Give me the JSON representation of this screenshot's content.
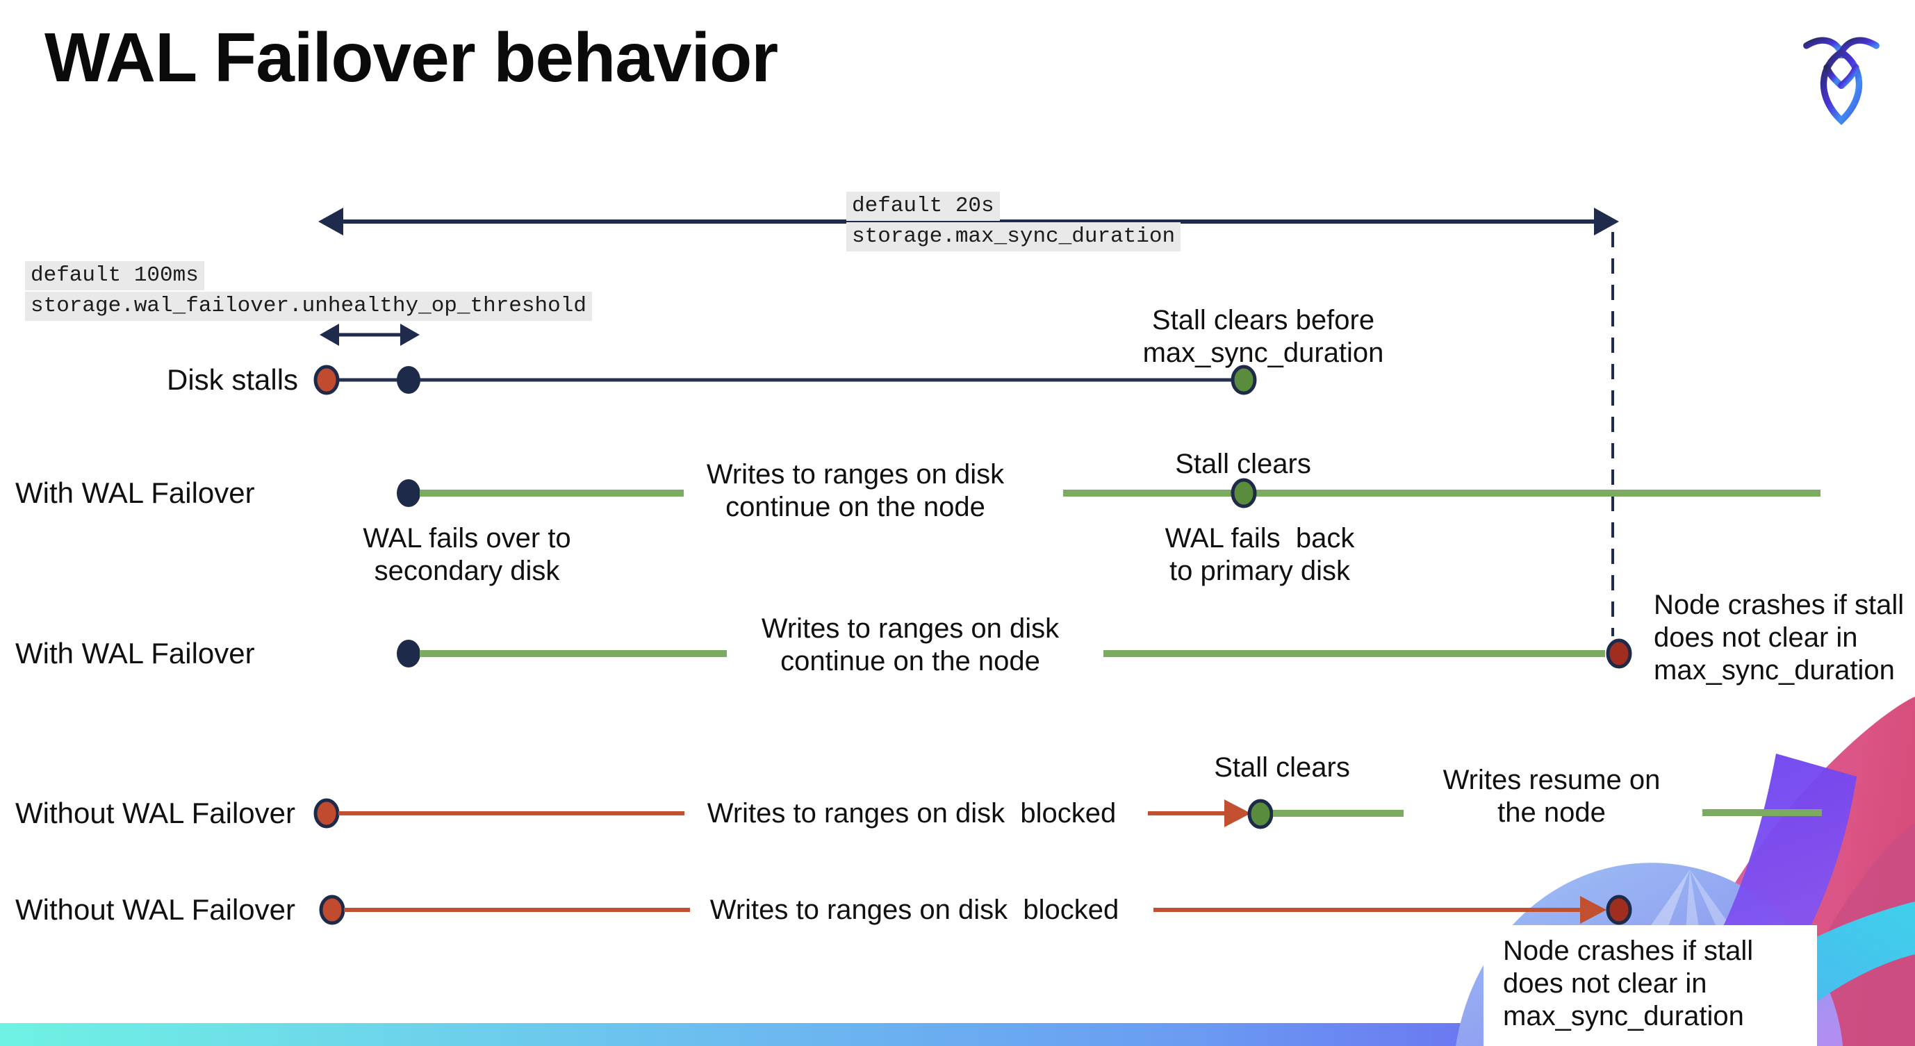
{
  "page": {
    "title": "WAL Failover behavior"
  },
  "logo": {
    "name": "cockroachdb-logo"
  },
  "annotations": {
    "max_sync_duration": {
      "default_label": "default 20s",
      "setting": "storage.max_sync_duration"
    },
    "unhealthy_op_threshold": {
      "default_label": "default 100ms",
      "setting": "storage.wal_failover.unhealthy_op_threshold"
    }
  },
  "rows": [
    {
      "label": "Disk stalls"
    },
    {
      "label": "With WAL Failover"
    },
    {
      "label": "With WAL Failover"
    },
    {
      "label": "Without WAL Failover"
    },
    {
      "label": "Without WAL Failover"
    }
  ],
  "callouts": {
    "stall_clears_before": "Stall clears before\nmax_sync_duration",
    "wal_fails_over": "WAL fails over to\nsecondary disk",
    "writes_continue_1": "Writes to ranges on disk\ncontinue on the node",
    "stall_clears_1": "Stall clears",
    "wal_fails_back": "WAL fails  back\nto primary disk",
    "writes_continue_2": "Writes to ranges on disk\ncontinue on the node",
    "node_crashes_1": "Node crashes if stall\ndoes not clear in\nmax_sync_duration",
    "writes_blocked_1": "Writes to ranges on disk  blocked",
    "stall_clears_2": "Stall clears",
    "writes_resume": "Writes resume on\nthe node",
    "writes_blocked_2": "Writes to ranges on disk  blocked",
    "node_crashes_2": "Node crashes if stall\ndoes not clear in\nmax_sync_duration"
  },
  "colors": {
    "navy": "#1f2b4d",
    "green_line": "#7aab60",
    "green_dot": "#5a8c3e",
    "red_start": "#c04b2e",
    "red_line": "#c0502f",
    "red_crash": "#a02e1e",
    "annotation_bg": "#e9e9e9",
    "footer_gradient": [
      "#6ff2e3",
      "#6cc3ee",
      "#6a9cf2",
      "#5c4bef"
    ]
  }
}
